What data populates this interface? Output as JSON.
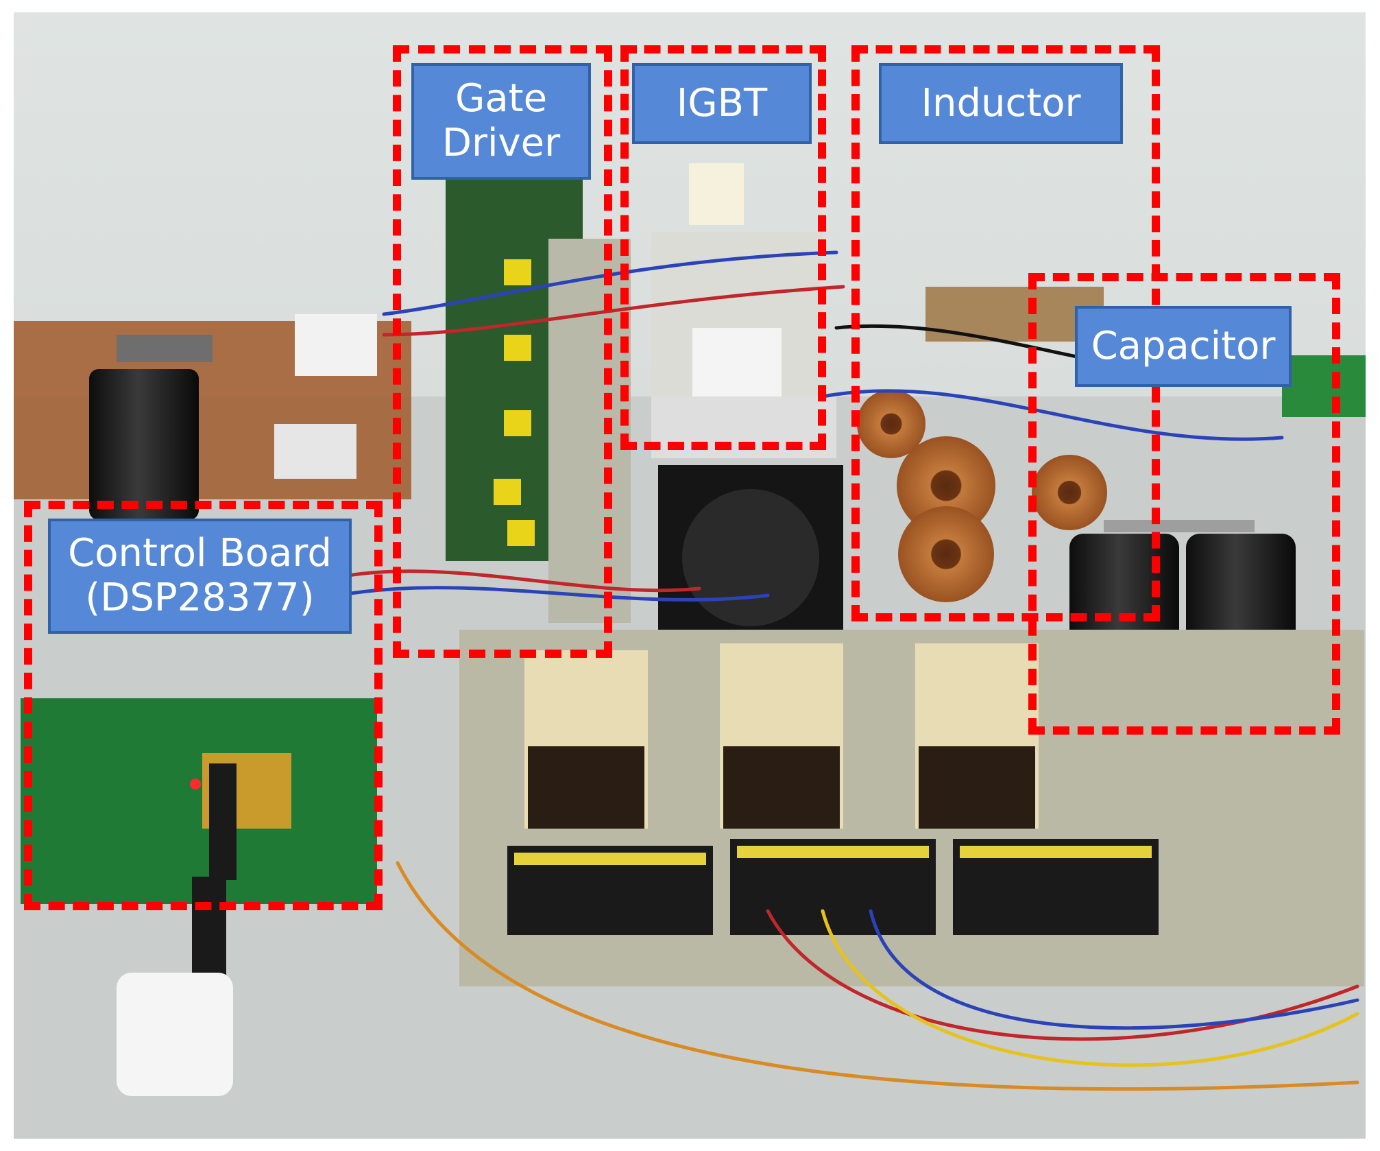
{
  "figure": {
    "colors": {
      "label_fill": "#5588d6",
      "label_border": "#2f62a8",
      "region_outline": "#ff0000",
      "wall": "#d7dcda",
      "desk": "#ccd0ce",
      "pcb_green": "#1f7a35",
      "copper": "#b86a30",
      "breaker_cream": "#e8dcb4"
    },
    "labels": {
      "gate_driver": [
        "Gate",
        "Driver"
      ],
      "igbt": "IGBT",
      "inductor": "Inductor",
      "capacitor": "Capacitor",
      "control_board": [
        "Control Board",
        "(DSP28377)"
      ]
    }
  }
}
